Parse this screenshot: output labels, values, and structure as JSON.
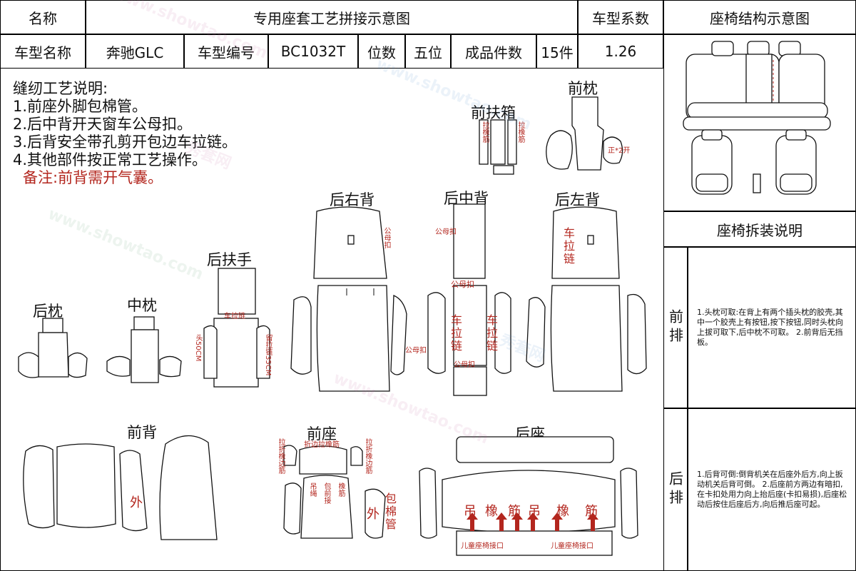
{
  "header": {
    "name_label": "名称",
    "title": "专用座套工艺拼接示意图",
    "coef_label": "车型系数",
    "struct_title": "座椅结构示意图",
    "model_label": "车型名称",
    "model_value": "奔驰GLC",
    "code_label": "车型编号",
    "code_value": "BC1032T",
    "seats_label": "位数",
    "seats_value": "五位",
    "pieces_label": "成品件数",
    "pieces_value": "15件",
    "coef_value": "1.26"
  },
  "notes": {
    "heading": "缝纫工艺说明:",
    "items": [
      "1.前座外脚包棉管。",
      "2.后中背开天窗车公母扣。",
      "3.后背安全带孔剪开包边车拉链。",
      "4.其他部件按正常工艺操作。"
    ],
    "remark": "备注:前背需开气囊。"
  },
  "parts": {
    "front_armrest": "前扶箱",
    "front_headrest": "前枕",
    "rear_right_back": "后右背",
    "rear_mid_back": "后中背",
    "rear_left_back": "后左背",
    "rear_armrest": "后扶手",
    "rear_headrest": "后枕",
    "mid_headrest": "中枕",
    "front_back": "前背",
    "front_seat": "前座",
    "rear_seat": "后座"
  },
  "marks": {
    "elastic_strip": "拉橡筋",
    "zheng2kai": "正*2开",
    "male_female": "公母扣",
    "zipper": "车拉链",
    "head50": "头50CM",
    "leave35": "留拉链35CM",
    "outer": "外",
    "wrap_cotton": "包棉管",
    "fold_elastic": "拉折橡边筋",
    "edge_elastic": "折边拉橡筋",
    "hang_rope": "吊绳",
    "wrap_front": "包前接",
    "elastic_word": "橡筋",
    "hang_word": "吊",
    "xiang_word": "橡",
    "jin_word": "筋",
    "child_seat": "儿童座椅接口"
  },
  "right_panel": {
    "dismount_title": "座椅拆装说明",
    "front_row": "前排",
    "front_text": "1.头枕可取:在背上有两个插头枕的胶壳,其中一个胶壳上有按钮,按下按钮,同时头枕向上拔可取下,后中枕不可取。 2.前背后无挡板。",
    "rear_row": "后排",
    "rear_text": "1.后背可倒:倒背机关在后座外后方,向上扳动机关后背可倒。 2.后座前方两边有暗扣,在卡扣处用力向上抬后座(卡扣易损),后座松动后按住后座后方,向后推后座可起。"
  },
  "watermark": {
    "site": "www.showtao.com",
    "brand": "秀套网"
  }
}
